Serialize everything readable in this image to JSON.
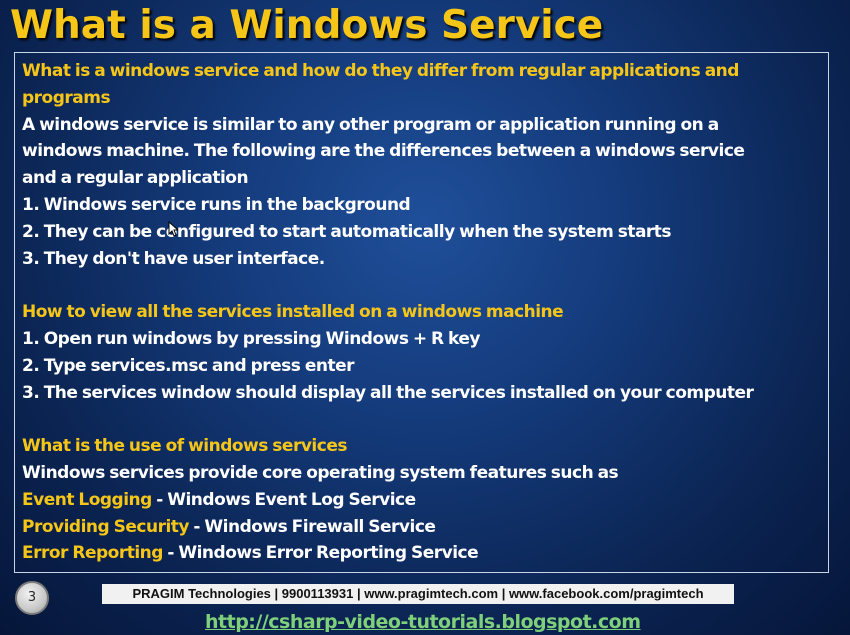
{
  "slide": {
    "title": "What is a Windows Service",
    "page_number": "3"
  },
  "section1": {
    "heading_line1": "What is a windows service and how do they differ from regular applications and",
    "heading_line2": "programs",
    "body": [
      "A windows service is similar to any other program or application running on a",
      "windows machine. The following are the differences between a windows service",
      "and a regular application",
      "1. Windows service runs in the background",
      "2. They can be configured to start automatically when the system starts",
      "3. They don't have user interface."
    ]
  },
  "section2": {
    "heading": "How to view all the services installed on a windows machine",
    "body": [
      "1. Open run windows by pressing Windows + R key",
      "2. Type services.msc and press enter",
      "3. The services window should display all the services installed on your computer"
    ]
  },
  "section3": {
    "heading": "What is the use of windows services",
    "intro": "Windows services provide core operating system features such as",
    "items": [
      {
        "feature": "Event Logging",
        "service": " - Windows Event Log Service"
      },
      {
        "feature": "Providing Security",
        "service": " - Windows Firewall Service"
      },
      {
        "feature": "Error Reporting",
        "service": " - Windows Error Reporting Service"
      }
    ]
  },
  "footer": {
    "bar_text": "PRAGIM Technologies | 9900113931 | www.pragimtech.com | www.facebook.com/pragimtech",
    "blog_link": "http://csharp-video-tutorials.blogspot.com"
  },
  "icons": {
    "cursor": "mouse-pointer-icon"
  },
  "colors": {
    "title": "#f5c518",
    "heading": "#f5c518",
    "body_text": "#ffffff",
    "link": "#7fd07a"
  }
}
